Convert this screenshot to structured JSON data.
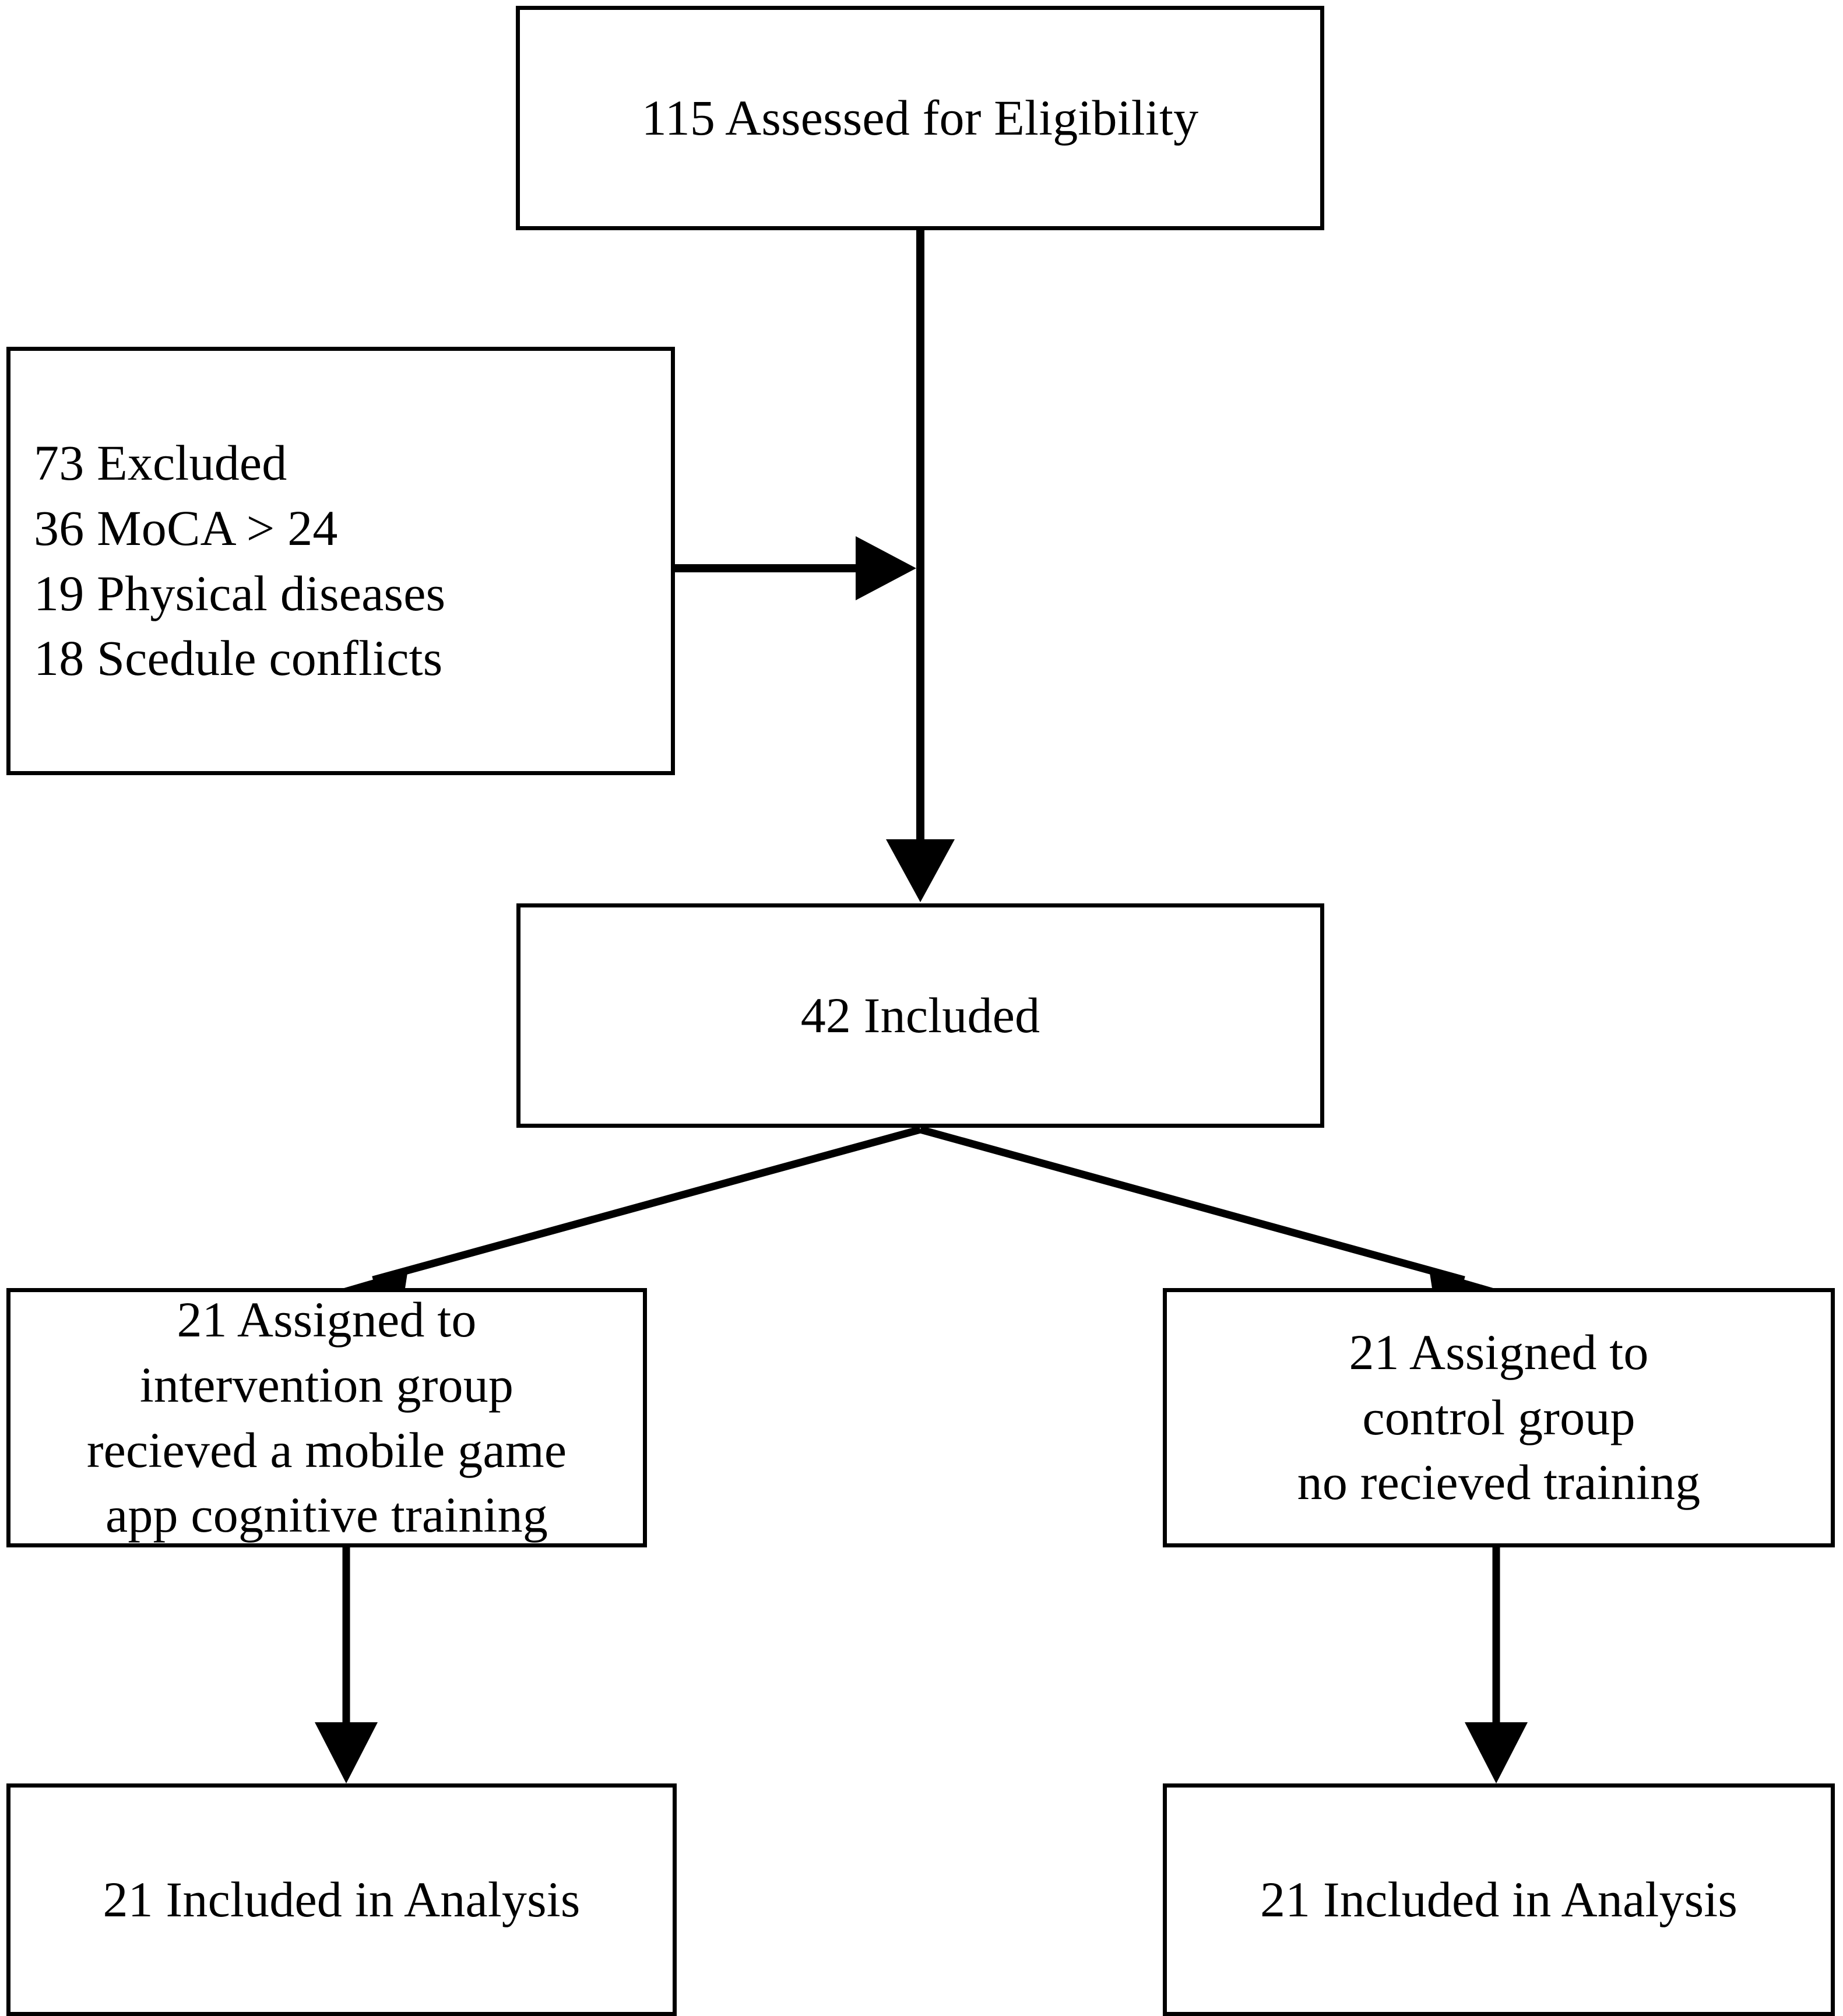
{
  "diagram": {
    "type": "consort-participant-flow",
    "title_text": "",
    "line_color": "#000000",
    "background_color": "#ffffff",
    "text_color": "#000000",
    "nodes": [
      {
        "id": "assessed",
        "name": "assessed-for-eligibility-box",
        "text": "115 Assessed for Eligibility",
        "count": 115,
        "align": "center"
      },
      {
        "id": "excluded",
        "name": "excluded-box",
        "text": "73 Excluded\n36 MoCA > 24\n19 Physical diseases\n18 Scedule conflicts",
        "count": 73,
        "align": "left",
        "reasons": [
          {
            "count": 36,
            "label": "MoCA > 24"
          },
          {
            "count": 19,
            "label": "Physical diseases"
          },
          {
            "count": 18,
            "label": "Scedule conflicts"
          }
        ]
      },
      {
        "id": "included",
        "name": "included-box",
        "text": "42 Included",
        "count": 42,
        "align": "center"
      },
      {
        "id": "intervention",
        "name": "intervention-group-box",
        "text": "21 Assigned to\nintervention group\nrecieved a mobile game\napp cognitive training",
        "count": 21,
        "align": "center"
      },
      {
        "id": "control",
        "name": "control-group-box",
        "text": "21 Assigned to\ncontrol group\nno recieved training",
        "count": 21,
        "align": "center"
      },
      {
        "id": "intervention-analysis",
        "name": "intervention-analysis-box",
        "text": "21 Included in Analysis",
        "count": 21,
        "align": "center"
      },
      {
        "id": "control-analysis",
        "name": "control-analysis-box",
        "text": "21 Included in Analysis",
        "count": 21,
        "align": "center"
      }
    ],
    "edges": [
      {
        "from": "assessed",
        "to": "included",
        "direction": "down",
        "name": "edge-assessed-to-included"
      },
      {
        "from": "excluded",
        "to": "assessed-trunk",
        "direction": "right",
        "name": "edge-excluded-branch"
      },
      {
        "from": "included",
        "to": "intervention",
        "direction": "down-left",
        "name": "edge-included-to-intervention"
      },
      {
        "from": "included",
        "to": "control",
        "direction": "down-right",
        "name": "edge-included-to-control"
      },
      {
        "from": "intervention",
        "to": "intervention-analysis",
        "direction": "down",
        "name": "edge-intervention-to-analysis"
      },
      {
        "from": "control",
        "to": "control-analysis",
        "direction": "down",
        "name": "edge-control-to-analysis"
      }
    ]
  }
}
